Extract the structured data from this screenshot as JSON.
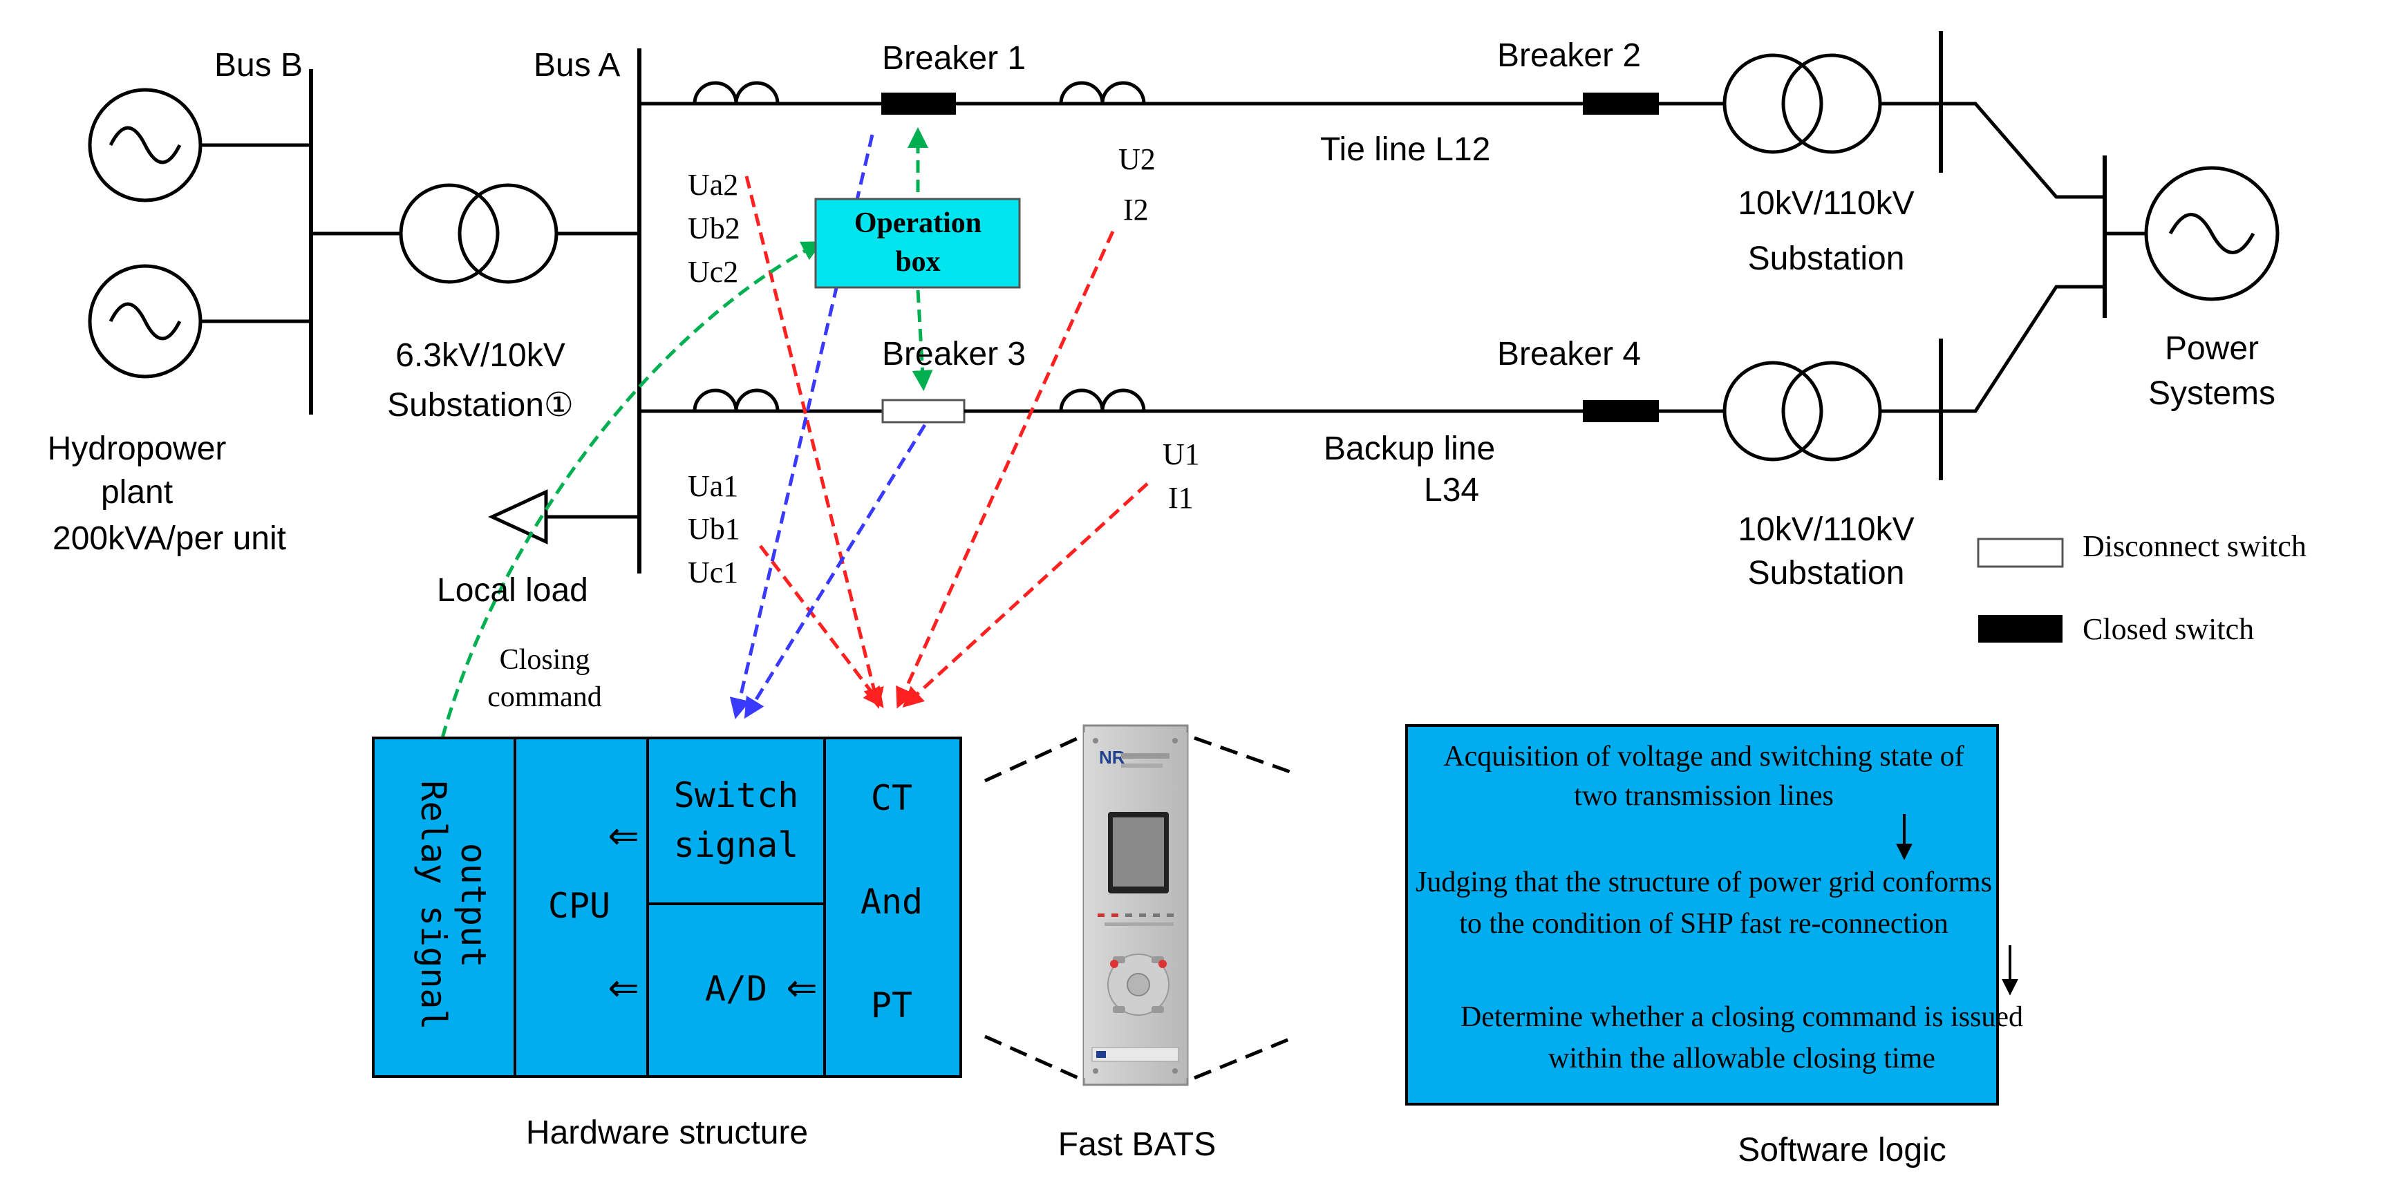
{
  "buses": {
    "bus_b": "Bus B",
    "bus_a": "Bus A"
  },
  "breakers": {
    "b1": "Breaker 1",
    "b2": "Breaker 2",
    "b3": "Breaker 3",
    "b4": "Breaker 4"
  },
  "lines": {
    "tie": "Tie line L12",
    "backup_1": "Backup line",
    "backup_2": "L34"
  },
  "measurements": {
    "ua2": "Ua2",
    "ub2": "Ub2",
    "uc2": "Uc2",
    "ua1": "Ua1",
    "ub1": "Ub1",
    "uc1": "Uc1",
    "u2": "U2",
    "i2": "I2",
    "u1": "U1",
    "i1": "I1"
  },
  "operation_box": {
    "line1": "Operation",
    "line2": "box"
  },
  "substations": {
    "sub1_line1": "6.3kV/10kV",
    "sub1_line2": "Substation①",
    "sub_top_line1": "10kV/110kV",
    "sub_top_line2": "Substation",
    "sub_bot_line1": "10kV/110kV",
    "sub_bot_line2": "Substation"
  },
  "plant": {
    "line1": "Hydropower",
    "line2": "plant",
    "line3": "200kVA/per unit"
  },
  "power_systems": {
    "line1": "Power",
    "line2": "Systems"
  },
  "local_load": "Local load",
  "closing_command": {
    "line1": "Closing",
    "line2": "command"
  },
  "legend": {
    "disconnect": "Disconnect switch",
    "closed": "Closed switch"
  },
  "hardware": {
    "relay_line1": "Relay signal",
    "relay_line2": "output",
    "cpu": "CPU",
    "switch_line1": "Switch",
    "switch_line2": "signal",
    "ad": "A/D",
    "ct": "CT",
    "and": "And",
    "pt": "PT",
    "arrow": "⇐",
    "caption": "Hardware structure"
  },
  "device": {
    "caption": "Fast BATS",
    "logo": "NR"
  },
  "software": {
    "step1_line1": "Acquisition of voltage and switching state of",
    "step1_line2": "two transmission lines",
    "step2_line1": "Judging that the structure of power grid conforms",
    "step2_line2": "to the condition of SHP fast re-connection",
    "step3_line1": "Determine whether a closing command is issued",
    "step3_line2": "within the allowable closing time",
    "caption": "Software logic"
  },
  "colors": {
    "box_fill": "#00AEEF",
    "op_box_fill": "#00E5EE",
    "red": "#FF2020",
    "blue": "#3A3AFF",
    "green": "#00B050",
    "line": "#000000"
  }
}
